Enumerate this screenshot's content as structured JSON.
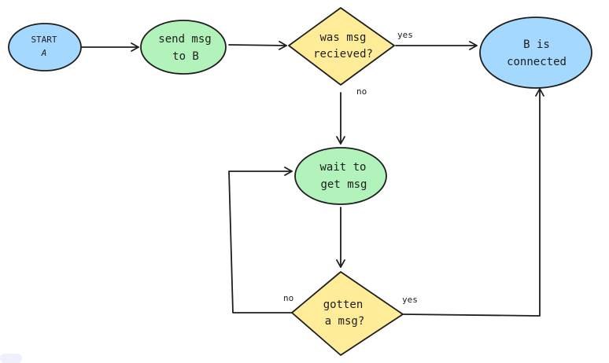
{
  "nodes": {
    "start": {
      "lines": [
        "START",
        "A"
      ],
      "fill": "#a5d8ff"
    },
    "send": {
      "lines": [
        "send msg",
        "to B"
      ],
      "fill": "#b2f2bb"
    },
    "received": {
      "lines": [
        "was msg",
        "recieved?"
      ],
      "fill": "#ffec99"
    },
    "connected": {
      "lines": [
        "B is",
        "connected"
      ],
      "fill": "#a5d8ff"
    },
    "wait": {
      "lines": [
        "wait to",
        "get msg"
      ],
      "fill": "#b2f2bb"
    },
    "gotten": {
      "lines": [
        "gotten",
        "a msg?"
      ],
      "fill": "#ffec99"
    }
  },
  "edge_labels": {
    "received_yes": "yes",
    "received_no": "no",
    "gotten_no": "no",
    "gotten_yes": "yes"
  },
  "colors": {
    "stroke": "#1e1e1e",
    "blue_fill": "#a5d8ff",
    "green_fill": "#b2f2bb",
    "yellow_fill": "#ffec99"
  }
}
